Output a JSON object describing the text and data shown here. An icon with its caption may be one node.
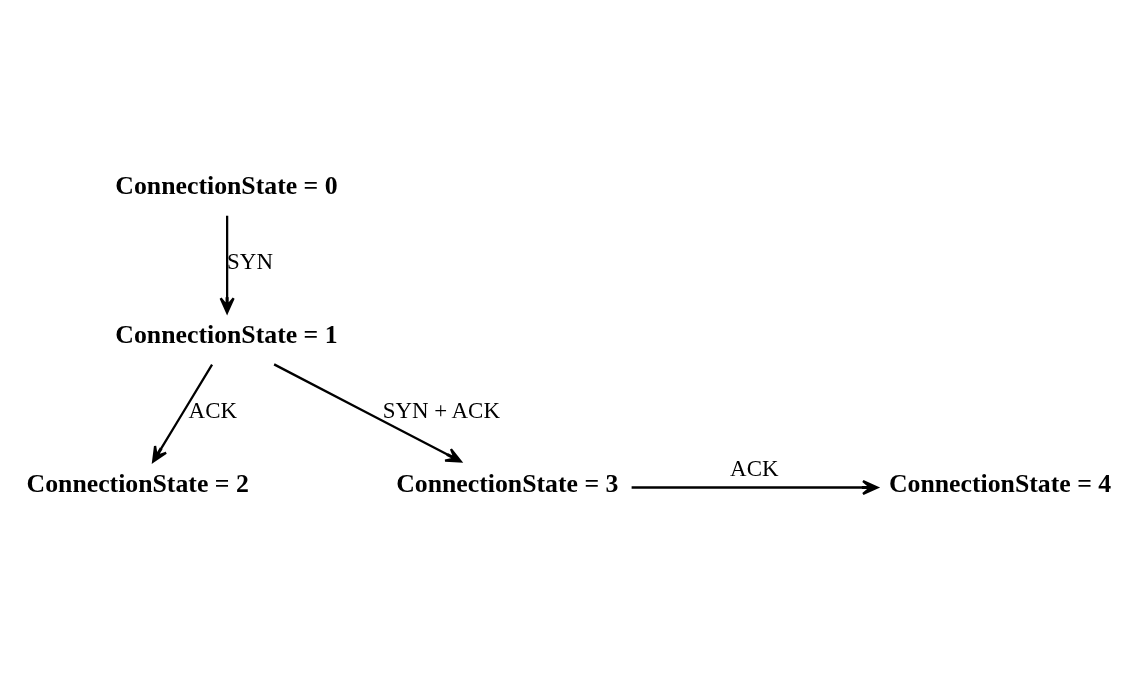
{
  "diagram": {
    "nodes": [
      {
        "text": [
          "ConnectionState = 0"
        ]
      },
      {
        "text": [
          "ConnectionState = 1"
        ]
      },
      {
        "text": [
          "ConnectionState = 2"
        ]
      },
      {
        "text": [
          "ConnectionState = 3"
        ]
      },
      {
        "text": [
          "ConnectionState = 4"
        ]
      }
    ],
    "edges": [
      {
        "from": 0,
        "to": 1,
        "arrow": "to",
        "label": "SYN"
      },
      {
        "from": 1,
        "to": 2,
        "arrow": "to",
        "label": "ACK"
      },
      {
        "from": 1,
        "to": 3,
        "arrow": "to",
        "label": "SYN + ACK"
      },
      {
        "from": 3,
        "to": 4,
        "arrow": "to",
        "label": "ACK"
      }
    ]
  }
}
